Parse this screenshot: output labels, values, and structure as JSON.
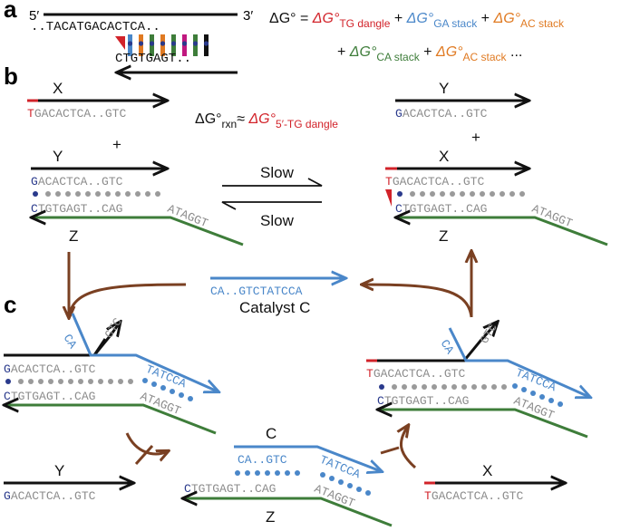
{
  "panels": {
    "a": "a",
    "b": "b",
    "c": "c"
  },
  "colors": {
    "black": "#111111",
    "gray": "#8c8c8c",
    "red": "#d2232a",
    "blue": "#4a87c9",
    "green": "#3e7d3a",
    "orange": "#e07a22",
    "brown": "#7a4022",
    "navy": "#2a3a8c",
    "magenta": "#c0187f"
  },
  "panel_a": {
    "prime5": "5′",
    "prime3": "3′",
    "top_seq": "..TACATGACACTCA..",
    "bottom_seq": "CTGTGAGT..",
    "eq_line1": {
      "lhs": "ΔG° = ",
      "t1": "ΔG°",
      "t1_sub": "TG dangle",
      "plus": " + ",
      "t2": "ΔG°",
      "t2_sub": "GA stack",
      "t3": "ΔG°",
      "t3_sub": "AC stack"
    },
    "eq_line2": {
      "lead": "+ ",
      "t4": "ΔG°",
      "t4_sub": "CA stack",
      "plus": " + ",
      "t5": "ΔG°",
      "t5_sub": "AC stack",
      "tail": " ..."
    }
  },
  "panel_b": {
    "X": "X",
    "Y": "Y",
    "Z": "Z",
    "plus": "+",
    "x_seq_first": "T",
    "x_seq_second": "G",
    "x_seq_rest": "ACACTCA..GTC",
    "y_seq_first": "G",
    "y_seq_rest": "ACACTCA..GTC",
    "z_seq_first": "C",
    "z_seq_rest": "TGTGAGT..CAG",
    "z_toehold": "ATAGGT",
    "drxn_lhs": "ΔG°",
    "drxn_sub": "rxn",
    "approx": "≈ ",
    "drxn_rhs": "ΔG°",
    "drxn_rhs_sub": "5′-TG dangle",
    "slow_top": "Slow",
    "slow_bottom": "Slow"
  },
  "catalyst": {
    "seq": "CA..GTCTATCCA",
    "label": "Catalyst C"
  },
  "panel_c": {
    "C": "C",
    "Y": "Y",
    "X": "X",
    "Z": "Z",
    "ca": "CA",
    "gtc": "GTC",
    "tatcca": "TATCCA",
    "c_seq": "CA..GTC",
    "z_seq_first": "C",
    "z_seq_rest": "TGTGAGT..CAG",
    "z_toehold": "ATAGGT",
    "y_seq_first": "G",
    "y_seq_rest": "ACACTCA..GTC",
    "x_seq_first": "T",
    "x_seq_second": "G",
    "x_seq_rest": "ACACTCA..GTC"
  }
}
